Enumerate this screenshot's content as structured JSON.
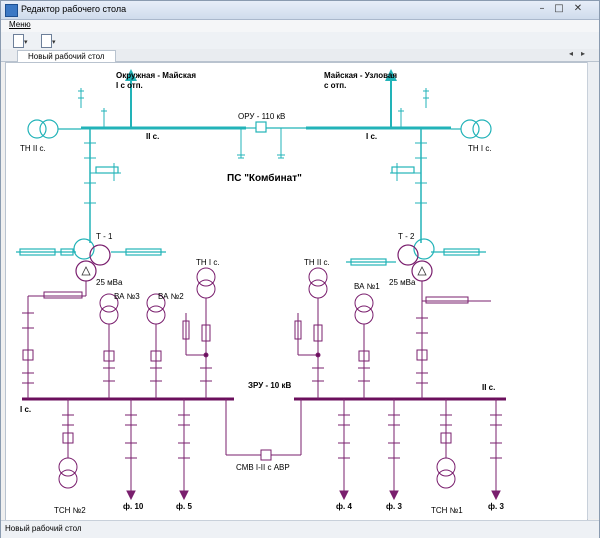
{
  "window": {
    "title": "Редактор рабочего стола",
    "minimize_icon": "minimize-icon",
    "maximize_icon": "maximize-icon",
    "close_icon": "close-icon"
  },
  "menu": {
    "label": "Меню"
  },
  "toolbar": {
    "buttons": [
      "new-document-icon",
      "open-document-icon"
    ]
  },
  "tabs": [
    {
      "label": "Новый рабочий стол"
    }
  ],
  "status": {
    "text": "Новый рабочий стол"
  },
  "colors": {
    "high_voltage": "#22b3b8",
    "low_voltage": "#7a1f6e",
    "bus_dark": "#6b0f5c"
  },
  "diagram": {
    "line_left": "Окружная - Майская",
    "line_left_sub": "I с отп.",
    "line_right": "Майская - Узловая",
    "line_right_sub": "с отп.",
    "oru_label": "ОРУ - 110 кВ",
    "section_2": "II с.",
    "section_1": "I с.",
    "tn_left": "ТН II с.",
    "tn_right": "ТН I с.",
    "substation": "ПС \"Комбинат\"",
    "t1_label": "Т - 1",
    "t2_label": "Т - 2",
    "t1_power": "25 мВа",
    "t2_power": "25 мВа",
    "ba3": "ВА №3",
    "ba2": "ВА №2",
    "ba1": "ВА №1",
    "tn1_10": "ТН I с.",
    "tn2_10": "ТН II с.",
    "zru_label": "ЗРУ - 10 кВ",
    "bus_left_label": "I с.",
    "bus_right_label": "II с.",
    "smv_label": "СМВ I-II с АВР",
    "tsn2": "ТСН №2",
    "tsn1": "ТСН №1",
    "f10": "ф. 10",
    "f5": "ф. 5",
    "f4": "ф. 4",
    "f3a": "ф. 3",
    "f3b": "ф. 3"
  }
}
